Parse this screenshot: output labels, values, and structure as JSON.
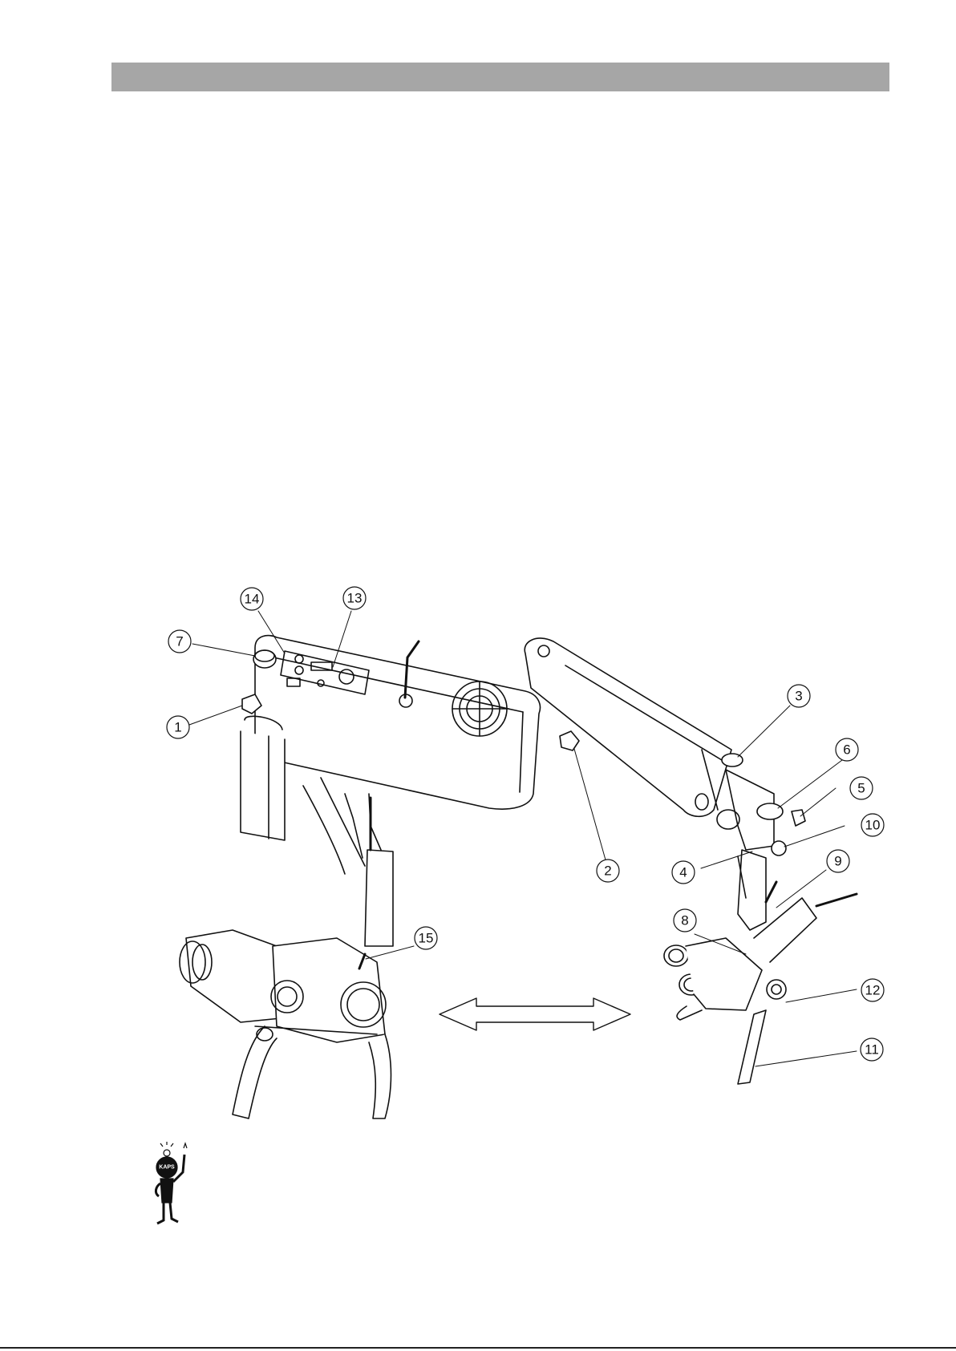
{
  "header": {
    "bar_color": "#a6a6a6"
  },
  "diagram": {
    "callouts": [
      {
        "id": "1",
        "label": "1"
      },
      {
        "id": "2",
        "label": "2"
      },
      {
        "id": "3",
        "label": "3"
      },
      {
        "id": "4",
        "label": "4"
      },
      {
        "id": "5",
        "label": "5"
      },
      {
        "id": "6",
        "label": "6"
      },
      {
        "id": "7",
        "label": "7"
      },
      {
        "id": "8",
        "label": "8"
      },
      {
        "id": "9",
        "label": "9"
      },
      {
        "id": "10",
        "label": "10"
      },
      {
        "id": "11",
        "label": "11"
      },
      {
        "id": "12",
        "label": "12"
      },
      {
        "id": "13",
        "label": "13"
      },
      {
        "id": "14",
        "label": "14"
      },
      {
        "id": "15",
        "label": "15"
      }
    ]
  },
  "tip_icon": {
    "badge_text": "KAPS"
  }
}
